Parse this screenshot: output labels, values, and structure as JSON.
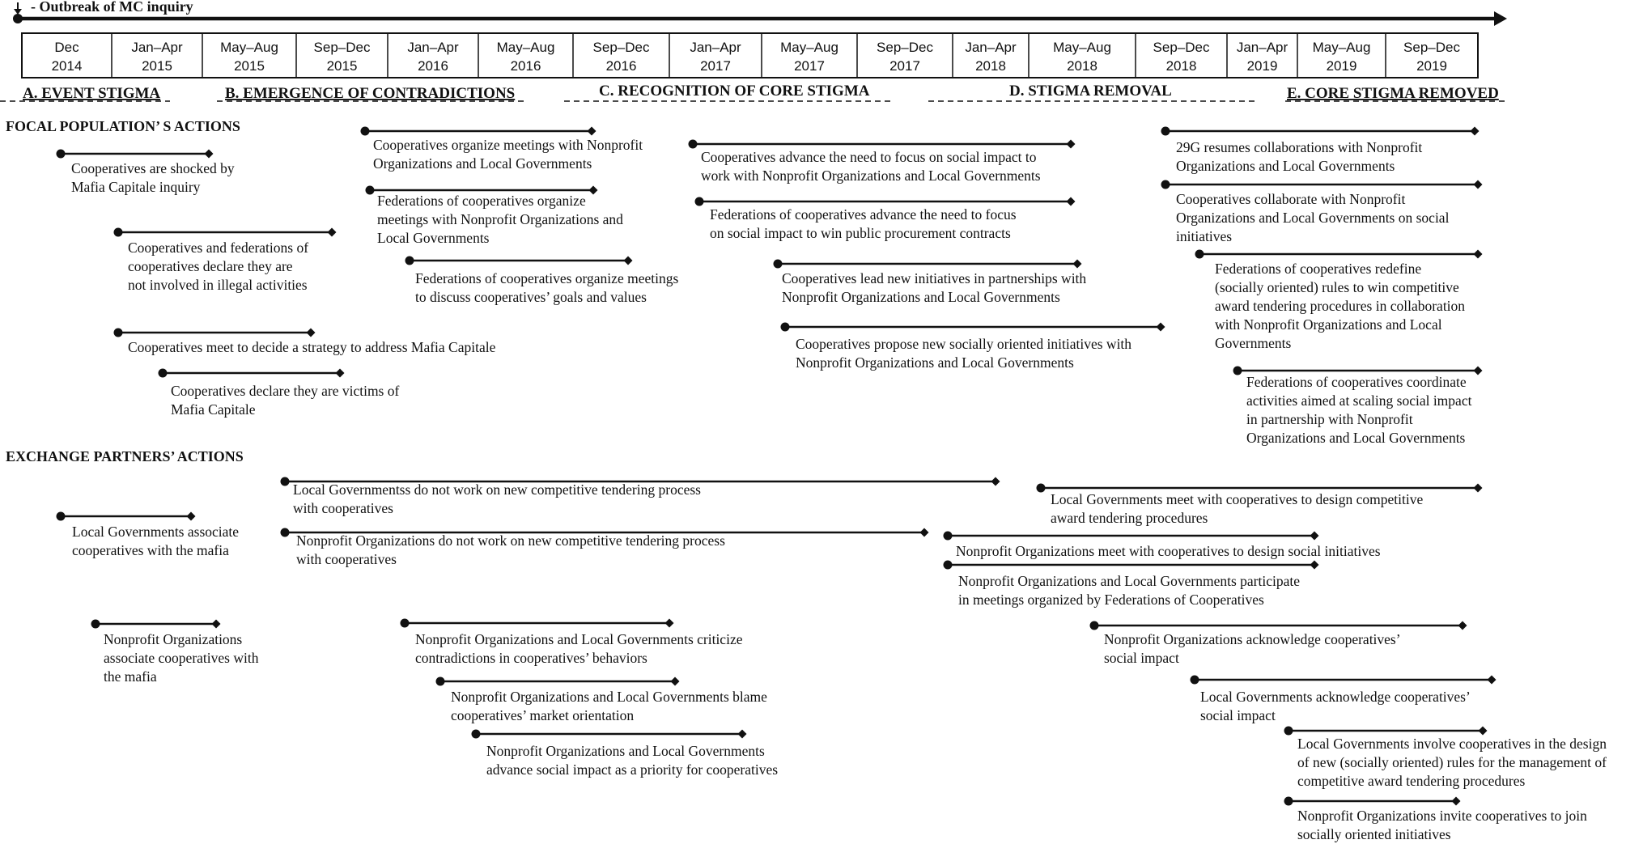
{
  "legend": {
    "label": "- Outbreak of MC inquiry"
  },
  "periods": [
    [
      "Dec",
      "2014"
    ],
    [
      "Jan–Apr",
      "2015"
    ],
    [
      "May–Aug",
      "2015"
    ],
    [
      "Sep–Dec",
      "2015"
    ],
    [
      "Jan–Apr",
      "2016"
    ],
    [
      "May–Aug",
      "2016"
    ],
    [
      "Sep–Dec",
      "2016"
    ],
    [
      "Jan–Apr",
      "2017"
    ],
    [
      "May–Aug",
      "2017"
    ],
    [
      "Sep–Dec",
      "2017"
    ],
    [
      "Jan–Apr",
      "2018"
    ],
    [
      "May–Aug",
      "2018"
    ],
    [
      "Sep–Dec",
      "2018"
    ],
    [
      "Jan–Apr",
      "2019"
    ],
    [
      "May–Aug",
      "2019"
    ],
    [
      "Sep–Dec",
      "2019"
    ]
  ],
  "phases": [
    "A. EVENT STIGMA",
    "B. EMERGENCE OF CONTRADICTIONS",
    "C. RECOGNITION OF CORE STIGMA",
    "D. STIGMA REMOVAL",
    "E. CORE STIGMA REMOVED"
  ],
  "sections": {
    "focal": "FOCAL POPULATION’ S ACTIONS",
    "exchange": "EXCHANGE PARTNERS’ ACTIONS"
  },
  "focal_actions": [
    [
      "Cooperatives are shocked by",
      "Mafia Capitale inquiry"
    ],
    [
      "Cooperatives and federations of",
      "cooperatives declare they are",
      "not involved in illegal activities"
    ],
    [
      "Cooperatives meet to decide a strategy to address Mafia Capitale"
    ],
    [
      "Cooperatives declare they are victims of",
      "Mafia Capitale"
    ],
    [
      "Cooperatives organize meetings with Nonprofit",
      "Organizations and Local Governments"
    ],
    [
      "Federations of cooperatives organize",
      "meetings with Nonprofit Organizations and",
      "Local Governments"
    ],
    [
      "Federations of cooperatives organize meetings",
      "to discuss cooperatives’ goals and values"
    ],
    [
      "Cooperatives advance the need to focus on social impact to",
      "work with Nonprofit Organizations and Local Governments"
    ],
    [
      "Federations of cooperatives advance the need to focus",
      "on social impact to win public procurement contracts"
    ],
    [
      "Cooperatives lead new initiatives in partnerships with",
      "Nonprofit Organizations and Local Governments"
    ],
    [
      "Cooperatives propose new socially oriented initiatives with",
      "Nonprofit Organizations and Local Governments"
    ],
    [
      "29G resumes collaborations with Nonprofit",
      "Organizations and Local Governments"
    ],
    [
      "Cooperatives collaborate with Nonprofit",
      "Organizations and Local Governments on social",
      "initiatives"
    ],
    [
      "Federations of cooperatives redefine",
      "(socially oriented) rules to win competitive",
      "award tendering procedures in collaboration",
      "with Nonprofit Organizations and Local",
      "Governments"
    ],
    [
      "Federations of cooperatives coordinate",
      "activities aimed at scaling social impact",
      "in partnership with Nonprofit",
      "Organizations and Local Governments"
    ]
  ],
  "exchange_actions": [
    [
      "Local Governmentss do not work on new competitive tendering process",
      "with cooperatives"
    ],
    [
      "Local Governments associate",
      "cooperatives with the mafia"
    ],
    [
      "Nonprofit Organizations do not work on new competitive tendering process",
      "with cooperatives"
    ],
    [
      "Nonprofit Organizations",
      "associate cooperatives with",
      "the mafia"
    ],
    [
      "Nonprofit Organizations and Local Governments criticize",
      "contradictions in cooperatives’ behaviors"
    ],
    [
      "Nonprofit Organizations and Local Governments blame",
      "cooperatives’ market orientation"
    ],
    [
      "Nonprofit Organizations and Local Governments",
      "advance social impact as a priority for cooperatives"
    ],
    [
      "Local Governments meet with cooperatives to design competitive",
      "award tendering procedures"
    ],
    [
      "Nonprofit Organizations meet with cooperatives to design social initiatives"
    ],
    [
      "Nonprofit Organizations and Local Governments participate",
      "in meetings organized by Federations of Cooperatives"
    ],
    [
      "Nonprofit Organizations acknowledge cooperatives’",
      "social impact"
    ],
    [
      "Local Governments acknowledge cooperatives’",
      "social impact"
    ],
    [
      "Local Governments involve cooperatives in the design",
      "of new (socially oriented) rules for the management of",
      "competitive award tendering procedures"
    ],
    [
      "Nonprofit Organizations invite cooperatives to join",
      "socially oriented initiatives"
    ]
  ]
}
